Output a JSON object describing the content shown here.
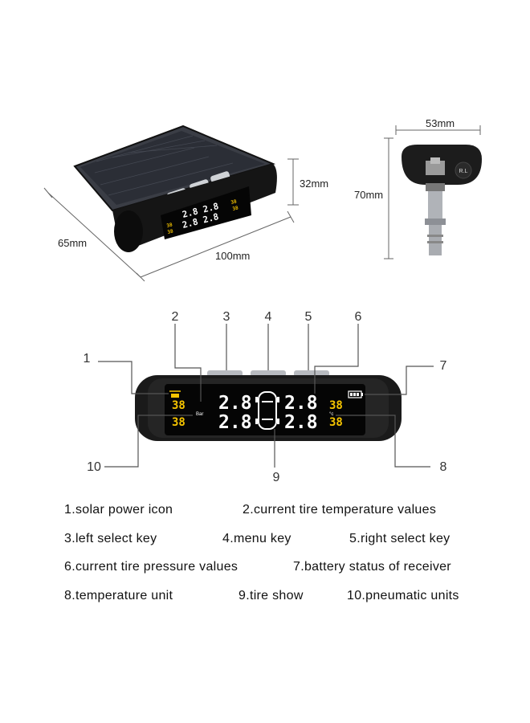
{
  "dimensions": {
    "height_receiver": "32mm",
    "depth_receiver": "65mm",
    "width_receiver": "100mm",
    "width_sensor": "53mm",
    "height_sensor": "70mm"
  },
  "sensor": {
    "label": "R.L"
  },
  "display": {
    "pressure_fl": "2.8",
    "pressure_fr": "2.8",
    "pressure_rl": "2.8",
    "pressure_rr": "2.8",
    "temp_fl": "38",
    "temp_fr": "38",
    "temp_rl": "38",
    "temp_rr": "38",
    "pressure_unit": "Bar",
    "temp_unit": "°c"
  },
  "callouts": [
    "1",
    "2",
    "3",
    "4",
    "5",
    "6",
    "7",
    "8",
    "9",
    "10"
  ],
  "legend": {
    "rows": [
      [
        {
          "num": "1.",
          "text": "solar  power  icon"
        },
        {
          "num": "2.",
          "text": "current  tire  temperature  values"
        }
      ],
      [
        {
          "num": "3.",
          "text": "left  select  key"
        },
        {
          "num": "4.",
          "text": "menu  key"
        },
        {
          "num": "5.",
          "text": "right  select key"
        }
      ],
      [
        {
          "num": "6.",
          "text": "current tire pressure values"
        },
        {
          "num": "7.",
          "text": "battery status of receiver"
        }
      ],
      [
        {
          "num": "8.",
          "text": "temperature  unit"
        },
        {
          "num": "9.",
          "text": "tire  show"
        },
        {
          "num": "10.",
          "text": "pneumatic units"
        }
      ]
    ]
  },
  "colors": {
    "lcd_white": "#ffffff",
    "lcd_yellow": "#f5c400",
    "device_body": "#1a1a1a",
    "solar_panel": "#2b2e36"
  }
}
